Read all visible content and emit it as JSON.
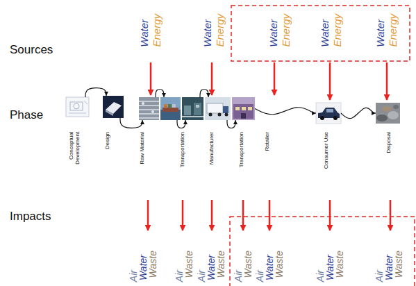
{
  "diagram": {
    "nodes": [
      {
        "text": [
          "Conceptual Development"
        ]
      },
      {
        "text": [
          "Design"
        ]
      },
      {
        "text": [
          "Raw Material"
        ]
      },
      {
        "text": [
          "Transportation"
        ]
      },
      {
        "text": [
          "Manufacturer"
        ]
      },
      {
        "text": [
          "Transportation"
        ]
      },
      {
        "text": [
          "Retailer"
        ]
      },
      {
        "text": [
          "Consumer Use"
        ]
      },
      {
        "text": [
          "Disposal"
        ]
      }
    ],
    "edges": [
      {
        "from": 0,
        "to": 1,
        "arrow": "to"
      },
      {
        "from": 1,
        "to": 2,
        "arrow": "to"
      },
      {
        "from": 2,
        "to": 3,
        "arrow": "to"
      },
      {
        "from": 3,
        "to": 4,
        "arrow": "to"
      },
      {
        "from": 4,
        "to": 5,
        "arrow": "to"
      },
      {
        "from": 5,
        "to": 6,
        "arrow": "to"
      },
      {
        "from": 6,
        "to": 7,
        "arrow": "to"
      },
      {
        "from": 7,
        "to": 8,
        "arrow": "to"
      }
    ],
    "labels": [
      "Sources",
      "Water",
      "Energy",
      "Water",
      "Energy",
      "Water",
      "Energy",
      "Water",
      "Energy",
      "Water",
      "Energy",
      "Phase",
      "Impacts",
      "Air",
      "Water",
      "Waste",
      "Air",
      "Waste",
      "Air",
      "Water",
      "Waste",
      "Air",
      "Waste",
      "Air",
      "Water",
      "Waste",
      "Air",
      "Water",
      "Waste",
      "Air",
      "Water",
      "Waste"
    ]
  }
}
